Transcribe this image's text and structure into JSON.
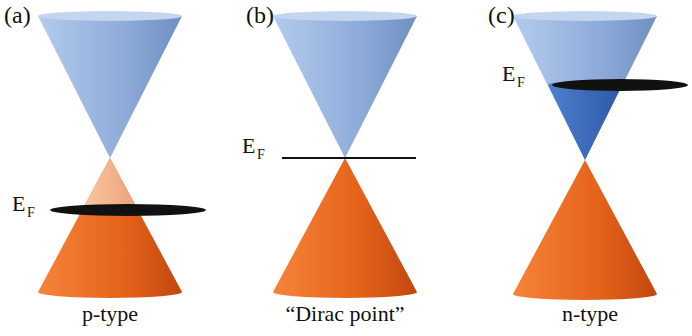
{
  "diagram": {
    "labels": [
      "(a)",
      "E",
      "F",
      "p-type",
      "(b)",
      "E",
      "F",
      "“Dirac point”",
      "(c)",
      "E",
      "F",
      "n-type"
    ]
  }
}
